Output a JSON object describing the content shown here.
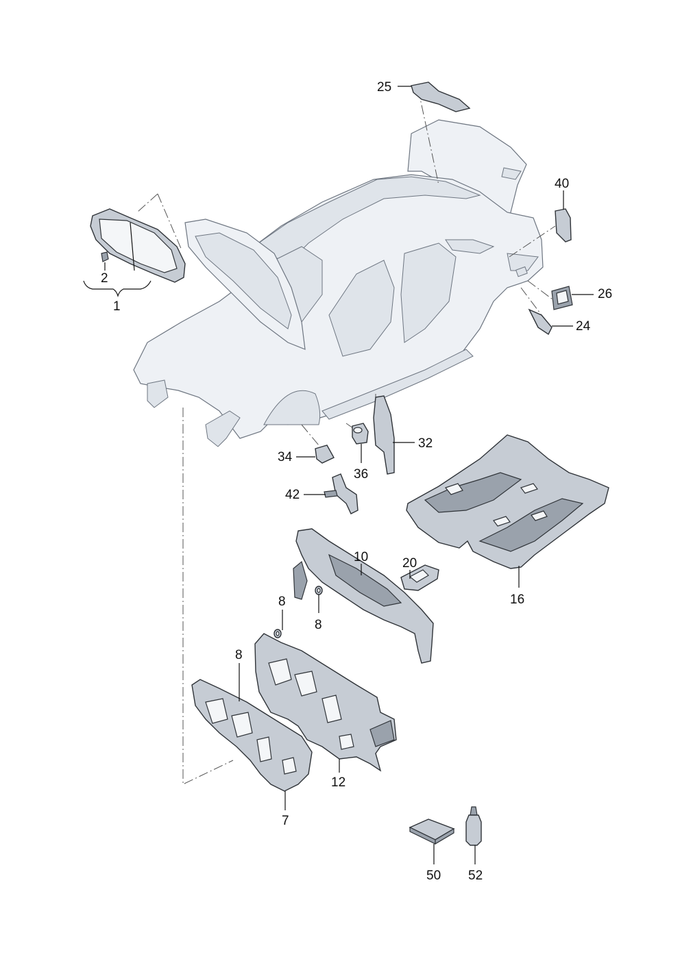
{
  "labels": {
    "p1": "1",
    "p2": "2",
    "p7": "7",
    "p8a": "8",
    "p8b": "8",
    "p8c": "8",
    "p10": "10",
    "p12": "12",
    "p16": "16",
    "p20": "20",
    "p24": "24",
    "p25": "25",
    "p26": "26",
    "p32": "32",
    "p34": "34",
    "p36": "36",
    "p40": "40",
    "p42": "42",
    "p50": "50",
    "p52": "52"
  },
  "colors": {
    "body_fill": "#eef1f5",
    "part_fill": "#c6ccd4",
    "outline": "#2f3338"
  }
}
